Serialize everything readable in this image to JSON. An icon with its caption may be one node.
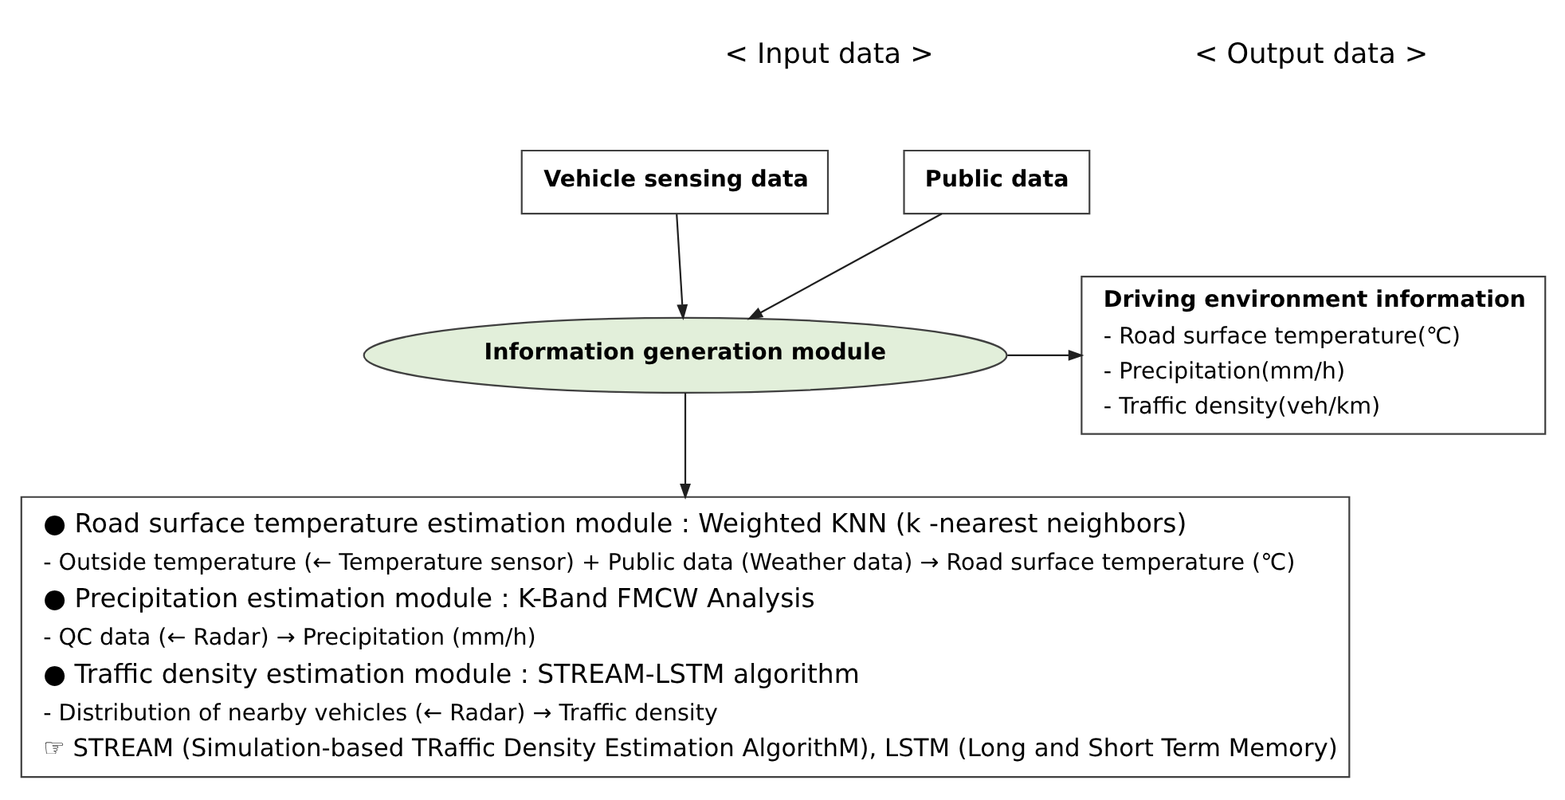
{
  "diagram": {
    "nodes": [
      {
        "text": [
          "Vehicle sensing data"
        ]
      },
      {
        "text": [
          "Public data"
        ]
      },
      {
        "text": [
          "Information generation module"
        ]
      },
      {
        "text": [
          "Driving environment information",
          "- Road surface temperature(℃)",
          "- Precipitation(mm/h)",
          "- Traffic density(veh/km)"
        ]
      },
      {
        "text": [
          "● Road surface temperature estimation module : Weighted KNN (k -nearest neighbors)",
          "- Outside temperature (← Temperature sensor) + Public data (Weather data) → Road surface temperature (℃)",
          "● Precipitation estimation module : K-Band FMCW Analysis",
          "- QC data (← Radar) → Precipitation (mm/h)",
          "● Traffic density estimation module : STREAM-LSTM algorithm",
          "- Distribution of nearby vehicles (← Radar) → Traffic density",
          "☞ STREAM (Simulation-based TRaffic Density Estimation AlgorithM), LSTM (Long and Short Term Memory)"
        ]
      }
    ],
    "edges": [
      {
        "from": 0,
        "to": 2,
        "arrow": "to"
      },
      {
        "from": 1,
        "to": 2,
        "arrow": "to"
      },
      {
        "from": 2,
        "to": 3,
        "arrow": "to"
      },
      {
        "from": 2,
        "to": 4,
        "arrow": "to"
      }
    ],
    "labels": [
      "< Input data >",
      "< Output data >"
    ]
  }
}
